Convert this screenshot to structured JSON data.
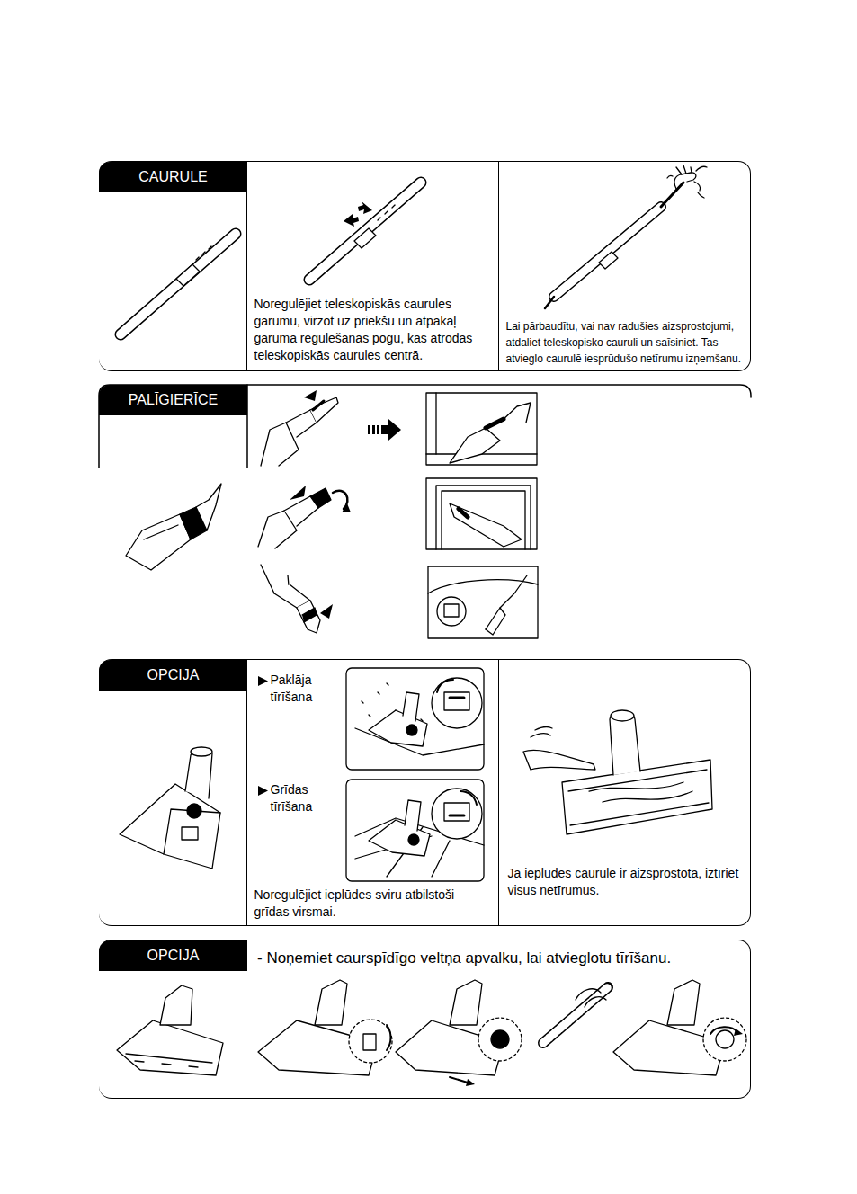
{
  "diagram": {
    "nodes": [
      {
        "text": [
          "CAURULE"
        ]
      },
      {
        "text": [
          "Noregulējiet teleskopiskās caurules garumu, virzot uz priekšu un atpakaļ garuma regulēšanas pogu, kas atrodas teleskopiskās caurules centrā."
        ],
        "in": 0
      },
      {
        "text": [
          "Lai pārbaudītu, vai nav radušies aizsprostojumi, atdaliet teleskopisko cauruli un saīsiniet. Tas atvieglo caurulē iesprūdušo netīrumu izņemšanu."
        ],
        "in": 0
      },
      {
        "text": [
          "PALĪGIERĪCE"
        ]
      },
      {
        "text": [
          "OPCIJA"
        ]
      },
      {
        "text": [
          "Paklāja tīrīšana",
          "Grīdas tīrīšana",
          "Noregulējiet ieplūdes sviru atbilstoši grīdas virsmai."
        ],
        "in": 4
      },
      {
        "text": [
          "Ja ieplūdes caurule ir aizsprostota, iztīriet visus netīrumus."
        ],
        "in": 4
      },
      {
        "text": [
          "OPCIJA",
          "- Noņemiet caurspīdīgo veltņa apvalku, lai atvieglotu tīrīšanu."
        ]
      }
    ]
  }
}
